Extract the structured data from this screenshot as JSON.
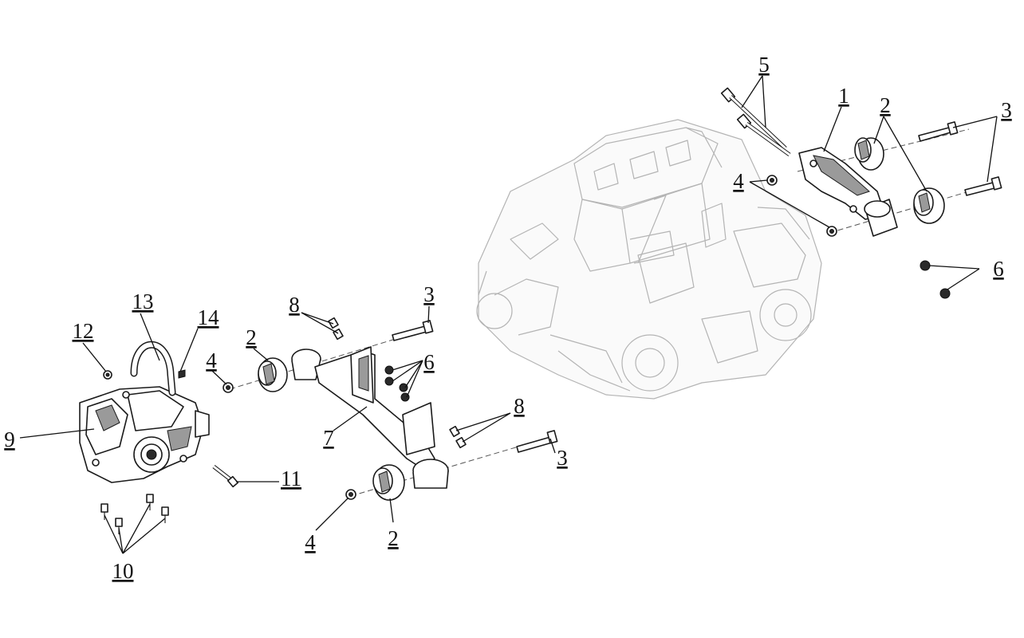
{
  "diagram": {
    "callouts": [
      {
        "id": "c-5",
        "text": "5"
      },
      {
        "id": "c-1",
        "text": "1"
      },
      {
        "id": "c-2-top",
        "text": "2"
      },
      {
        "id": "c-3-top",
        "text": "3"
      },
      {
        "id": "c-4-top",
        "text": "4"
      },
      {
        "id": "c-6-right",
        "text": "6"
      },
      {
        "id": "c-13",
        "text": "13"
      },
      {
        "id": "c-14",
        "text": "14"
      },
      {
        "id": "c-12",
        "text": "12"
      },
      {
        "id": "c-8-upper",
        "text": "8"
      },
      {
        "id": "c-3-mid",
        "text": "3"
      },
      {
        "id": "c-2-mid",
        "text": "2"
      },
      {
        "id": "c-4-mid",
        "text": "4"
      },
      {
        "id": "c-6-mid",
        "text": "6"
      },
      {
        "id": "c-9",
        "text": "9"
      },
      {
        "id": "c-7",
        "text": "7"
      },
      {
        "id": "c-8-lower",
        "text": "8"
      },
      {
        "id": "c-3-low",
        "text": "3"
      },
      {
        "id": "c-11",
        "text": "11"
      },
      {
        "id": "c-4-low",
        "text": "4"
      },
      {
        "id": "c-2-low",
        "text": "2"
      },
      {
        "id": "c-10",
        "text": "10"
      }
    ]
  }
}
